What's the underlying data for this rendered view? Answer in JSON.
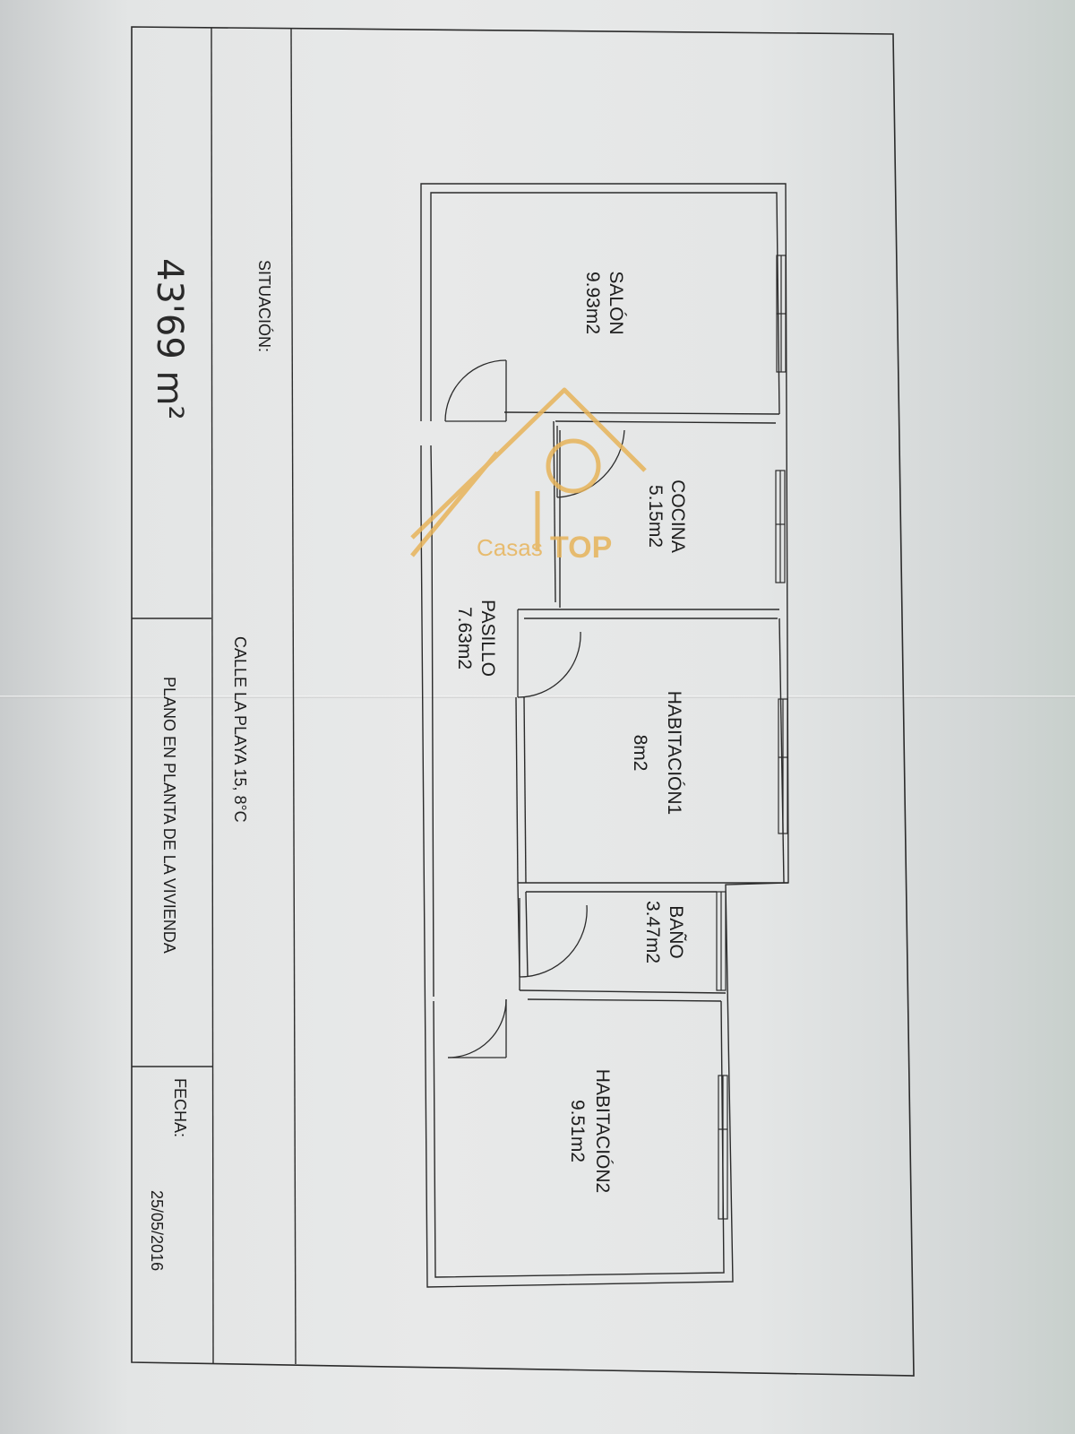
{
  "title_block": {
    "situacion_label": "SITUACIÓN:",
    "address": "CALLE LA PLAYA 15, 8°C",
    "plan_title": "PLANO EN PLANTA DE LA VIVIENDA",
    "fecha_label": "FECHA:",
    "fecha_value": "25/05/2016",
    "total_area_handwritten": "43'69 m²"
  },
  "rooms": [
    {
      "name": "SALÓN",
      "area": "9.93m2"
    },
    {
      "name": "COCINA",
      "area": "5.15m2"
    },
    {
      "name": "PASILLO",
      "area": "7.63m2"
    },
    {
      "name": "HABITACIÓN1",
      "area": "8m2"
    },
    {
      "name": "BAÑO",
      "area": "3.47m2"
    },
    {
      "name": "HABITACIÓN2",
      "area": "9.51m2"
    }
  ],
  "watermark": {
    "text": "Casas",
    "brand": "TOP",
    "color": "#e7b45a"
  }
}
